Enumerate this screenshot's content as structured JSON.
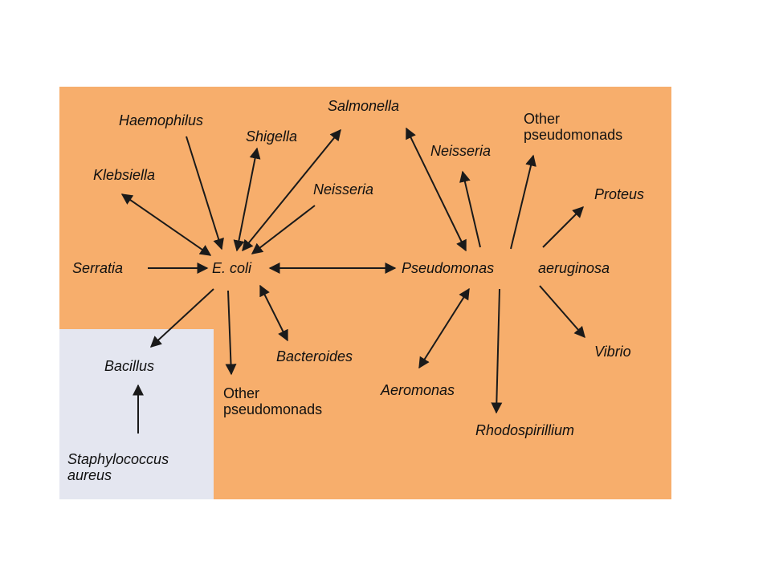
{
  "nodes": {
    "haemophilus": "Haemophilus",
    "shigella": "Shigella",
    "salmonella": "Salmonella",
    "klebsiella": "Klebsiella",
    "neisseria_left": "Neisseria",
    "serratia": "Serratia",
    "ecoli": "E. coli",
    "bacillus": "Bacillus",
    "bacteroides": "Bacteroides",
    "other_pseudo_left": [
      "Other",
      "pseudomonads"
    ],
    "staph": [
      "Staphylococcus",
      "aureus"
    ],
    "neisseria_right": "Neisseria",
    "other_pseudo_right": [
      "Other",
      "pseudomonads"
    ],
    "proteus": "Proteus",
    "pseudomonas": "Pseudomonas",
    "aeruginosa": "aeruginosa",
    "vibrio": "Vibrio",
    "aeromonas": "Aeromonas",
    "rhodospirillium": "Rhodospirillium"
  },
  "colors": {
    "panel": "#f7ae6c",
    "inset": "#e4e6f0",
    "arrow": "#1a1a1a"
  }
}
